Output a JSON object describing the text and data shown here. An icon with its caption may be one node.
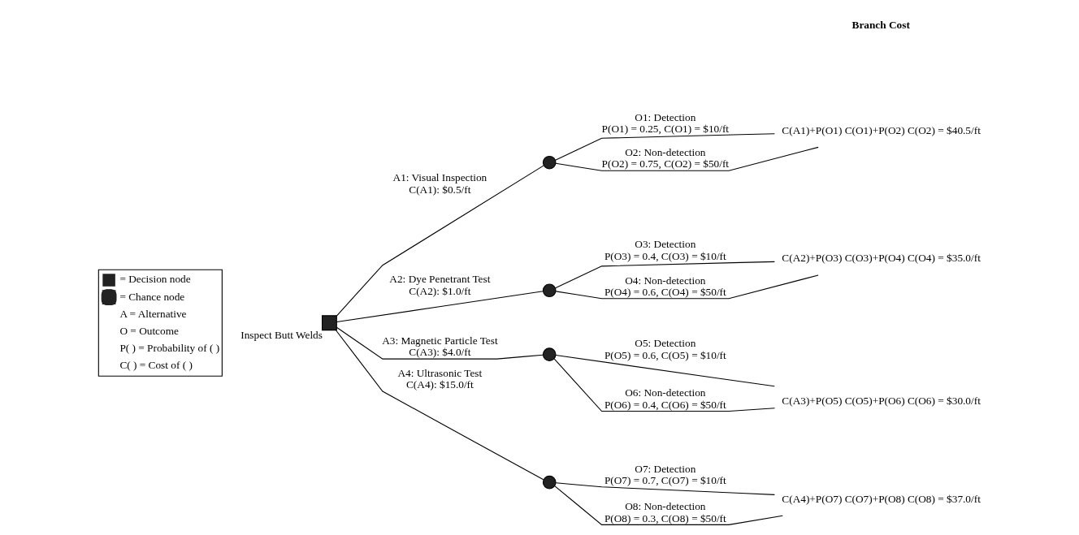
{
  "diagram": {
    "nodes": [
      {
        "text": [],
        "shape": "box",
        "beside": [
          "Inspect Butt Welds"
        ]
      },
      {
        "text": [],
        "shape": "circle"
      },
      {
        "text": [],
        "shape": "circle"
      },
      {
        "text": [],
        "shape": "circle"
      },
      {
        "text": [],
        "shape": "circle"
      },
      {
        "text": [
          "C(A1)+P(O1) C(O1)+P(O2) C(O2) = $40.5/ft"
        ]
      },
      {
        "text": [
          "C(A2)+P(O3) C(O3)+P(O4) C(O4) = $35.0/ft"
        ]
      },
      {
        "text": [
          "C(A3)+P(O5) C(O5)+P(O6) C(O6) = $30.0/ft"
        ]
      },
      {
        "text": [
          "C(A4)+P(O7) C(O7)+P(O8) C(O8) = $37.0/ft"
        ]
      }
    ],
    "edges": [
      {
        "from": 0,
        "to": 1,
        "arrow": "none",
        "label": "A1: Visual Inspection"
      },
      {
        "from": 1,
        "to": 5,
        "arrow": "none",
        "label": "O1: Detection"
      },
      {
        "from": 1,
        "to": 5,
        "arrow": "none",
        "label": "O2: Non-detection"
      },
      {
        "from": 0,
        "to": 2,
        "arrow": "none",
        "label": "A2: Dye Penetrant Test"
      },
      {
        "from": 2,
        "to": 6,
        "arrow": "none",
        "label": "O3: Detection"
      },
      {
        "from": 2,
        "to": 6,
        "arrow": "none",
        "label": "O4: Non-detection"
      },
      {
        "from": 0,
        "to": 3,
        "arrow": "none",
        "label": "A3: Magnetic Particle Test"
      },
      {
        "from": 3,
        "to": 7,
        "arrow": "none",
        "label": "O5: Detection"
      },
      {
        "from": 3,
        "to": 7,
        "arrow": "none",
        "label": "O6: Non-detection"
      },
      {
        "from": 0,
        "to": 4,
        "arrow": "none",
        "label": "A4: Ultrasonic Test"
      },
      {
        "from": 4,
        "to": 8,
        "arrow": "none",
        "label": "O7: Detection"
      },
      {
        "from": 4,
        "to": 8,
        "arrow": "none",
        "label": "O8: Non-detection"
      }
    ],
    "labels": [
      "Branch Cost",
      "C(A1): $0.5/ft",
      "P(O1) = 0.25, C(O1) = $10/ft",
      "P(O2) = 0.75, C(O2) = $50/ft",
      "C(A2): $1.0/ft",
      "P(O3) = 0.4, C(O3) = $10/ft",
      "P(O4) = 0.6, C(O4) = $50/ft",
      "C(A3): $4.0/ft",
      "P(O5) = 0.6, C(O5) = $10/ft",
      "P(O6) = 0.4, C(O6) = $50/ft",
      "C(A4): $15.0/ft",
      "P(O7) = 0.7, C(O7) = $10/ft",
      "P(O8) = 0.3, C(O8) = $50/ft"
    ],
    "legend": [
      {
        "text": "= Decision node"
      },
      {
        "text": "= Chance node"
      },
      {
        "text": "A = Alternative"
      },
      {
        "text": "O = Outcome"
      },
      {
        "text": "P( ) = Probability of ( )"
      },
      {
        "text": "C( ) = Cost of ( )"
      }
    ]
  }
}
